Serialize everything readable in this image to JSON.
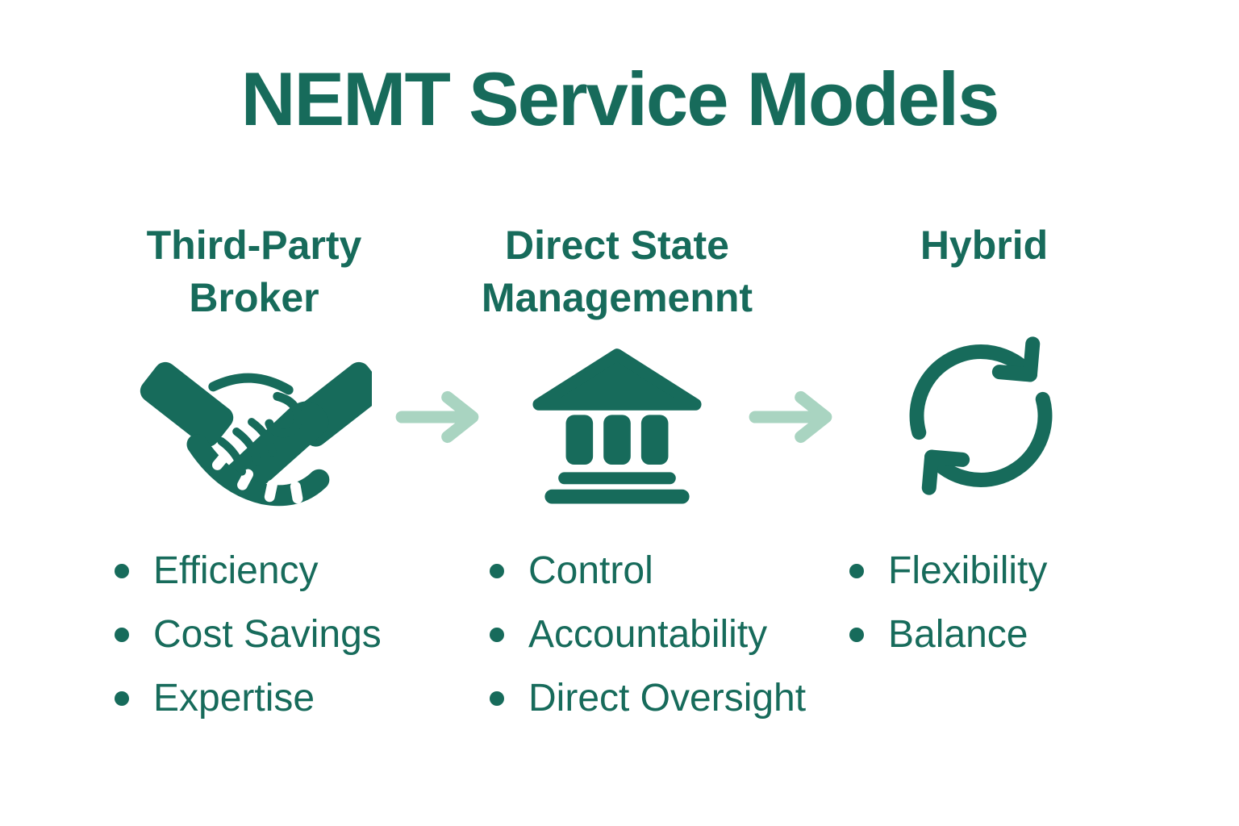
{
  "title": "NEMT Service Models",
  "colors": {
    "teal": "#176B5B",
    "arrow_sage": "#A9D4C1",
    "background": "#FFFFFF"
  },
  "columns": [
    {
      "heading": "Third-Party Broker",
      "icon": "handshake-icon",
      "bullets": [
        "Efficiency",
        "Cost Savings",
        "Expertise"
      ]
    },
    {
      "heading": "Direct State Managemennt",
      "icon": "bank-icon",
      "bullets": [
        "Control",
        "Accountability",
        "Direct Oversight"
      ]
    },
    {
      "heading": "Hybrid",
      "icon": "cycle-arrows-icon",
      "bullets": [
        "Flexibility",
        "Balance"
      ]
    }
  ],
  "arrows": [
    {
      "name": "arrow-1",
      "direction": "right"
    },
    {
      "name": "arrow-2",
      "direction": "right"
    }
  ]
}
